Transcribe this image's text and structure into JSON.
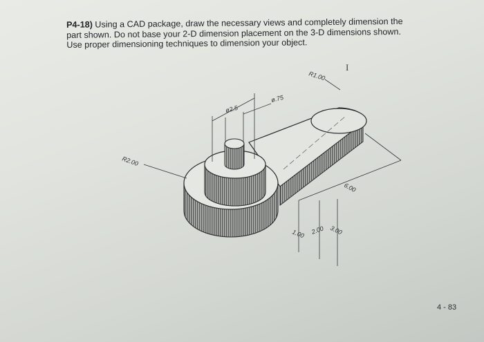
{
  "problem": {
    "number": "P4-18)",
    "line1": "Using a CAD package, draw the necessary views and completely dimension the",
    "line2": "part shown.  Do not base your 2-D dimension placement on the 3-D dimensions shown.",
    "line3": "Use proper dimensioning techniques to dimension your object."
  },
  "dimensions": {
    "r1": "R1.00",
    "r2": "R2.00",
    "d25": "ø2.5",
    "d75": "ø.75",
    "l6": "6.00",
    "h1": "1.00",
    "h2": "2.00",
    "h3": "3.00"
  },
  "cursor": "I",
  "page_number": "4 - 83"
}
